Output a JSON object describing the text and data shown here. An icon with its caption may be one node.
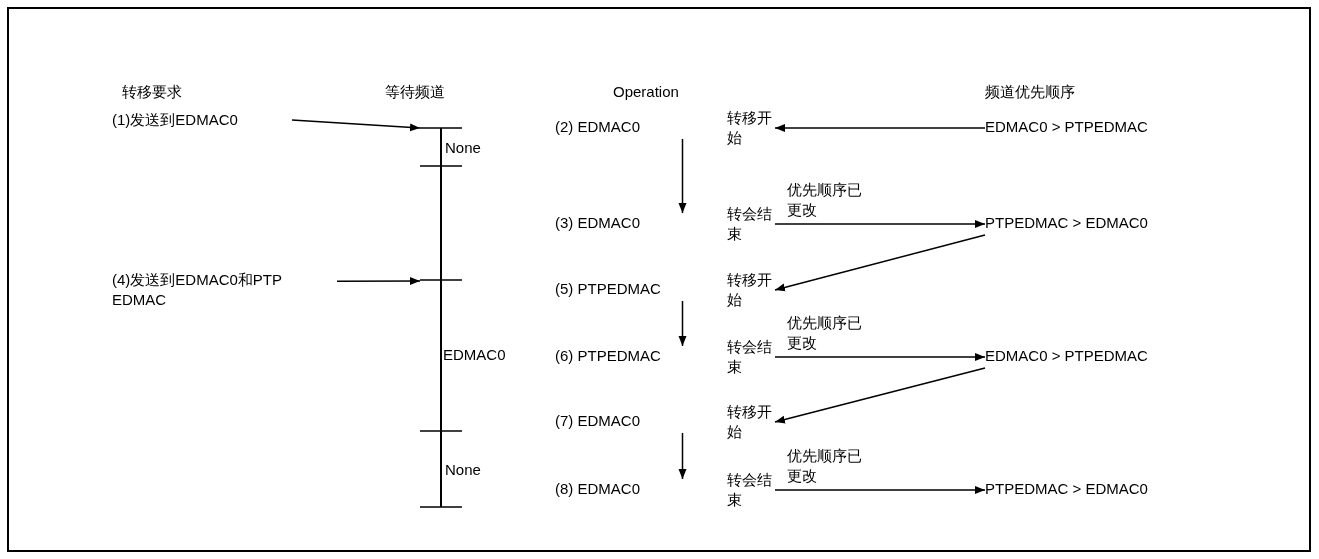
{
  "diagram": {
    "nodes": [
      {
        "text": [
          "(1)发送到EDMAC0"
        ]
      },
      {
        "text": [
          "(4)发送到EDMAC0和PTP EDMAC"
        ]
      },
      {
        "text": [],
        "shape": "bar"
      },
      {
        "text": [
          "(2) EDMAC0"
        ]
      },
      {
        "text": [
          "(3) EDMAC0"
        ]
      },
      {
        "text": [
          "(5) PTPEDMAC"
        ]
      },
      {
        "text": [
          "(6) PTPEDMAC"
        ]
      },
      {
        "text": [
          "(7) EDMAC0"
        ]
      },
      {
        "text": [
          "(8) EDMAC0"
        ]
      },
      {
        "text": [
          "转移开始"
        ]
      },
      {
        "text": [
          "转会结束"
        ]
      },
      {
        "text": [
          "转移开始"
        ]
      },
      {
        "text": [
          "转会结束"
        ]
      },
      {
        "text": [
          "转移开始"
        ]
      },
      {
        "text": [
          "转会结束"
        ]
      },
      {
        "text": [
          "EDMAC0 > PTPEDMAC"
        ]
      },
      {
        "text": [
          "PTPEDMAC > EDMAC0"
        ]
      },
      {
        "text": [
          "EDMAC0 > PTPEDMAC"
        ]
      },
      {
        "text": [
          "PTPEDMAC > EDMAC0"
        ]
      }
    ],
    "edges": [
      {
        "from": 0,
        "to": 2,
        "arrow": "to"
      },
      {
        "from": 1,
        "to": 2,
        "arrow": "to"
      },
      {
        "from": 3,
        "to": 4,
        "arrow": "to"
      },
      {
        "from": 5,
        "to": 6,
        "arrow": "to"
      },
      {
        "from": 7,
        "to": 8,
        "arrow": "to"
      },
      {
        "from": 15,
        "to": 9,
        "arrow": "to"
      },
      {
        "from": 10,
        "to": 16,
        "arrow": "to",
        "label": "优先顺序已更改"
      },
      {
        "from": 16,
        "to": 11,
        "arrow": "to"
      },
      {
        "from": 12,
        "to": 17,
        "arrow": "to",
        "label": "优先顺序已更改"
      },
      {
        "from": 17,
        "to": 13,
        "arrow": "to"
      },
      {
        "from": 14,
        "to": 18,
        "arrow": "to",
        "label": "优先顺序已更改"
      }
    ],
    "labels": [
      "转移要求",
      "等待频道",
      "Operation",
      "频道优先顺序",
      "None",
      "EDMAC0",
      "None"
    ]
  }
}
